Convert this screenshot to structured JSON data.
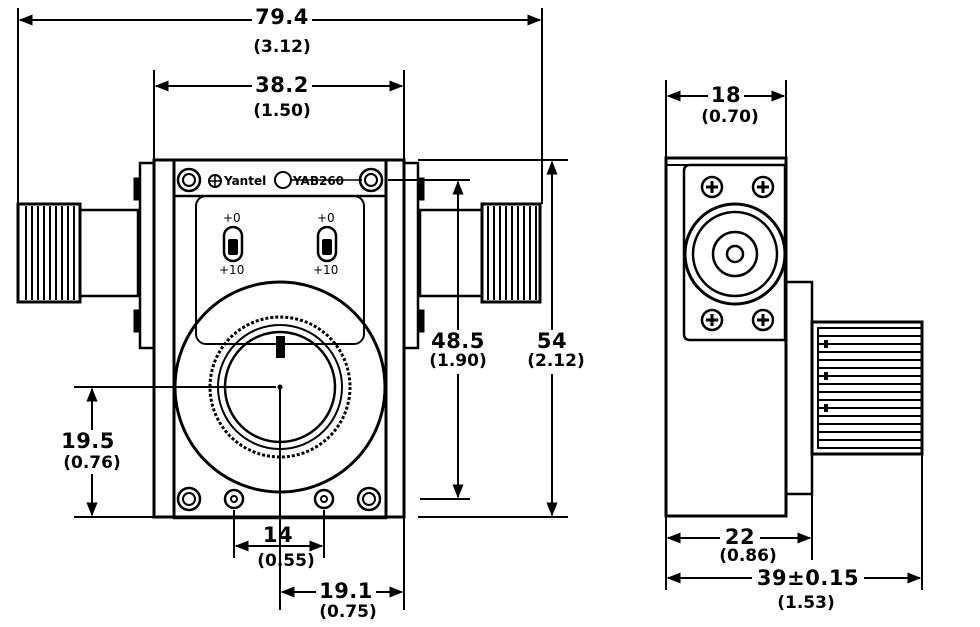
{
  "brand": {
    "name": "Yantel",
    "model": "YAB260"
  },
  "switch_labels": {
    "left_top": "+0",
    "left_bottom": "+10",
    "right_top": "+0",
    "right_bottom": "+10"
  },
  "dimensions": {
    "overall_width": {
      "mm": "79.4",
      "in": "(3.12)"
    },
    "body_width": {
      "mm": "38.2",
      "in": "(1.50)"
    },
    "inner_height": {
      "mm": "48.5",
      "in": "(1.90)"
    },
    "overall_height": {
      "mm": "54",
      "in": "(2.12)"
    },
    "knob_center_height": {
      "mm": "19.5",
      "in": "(0.76)"
    },
    "hole_spacing": {
      "mm": "14",
      "in": "(0.55)"
    },
    "knob_to_edge": {
      "mm": "19.1",
      "in": "(0.75)"
    },
    "side_width": {
      "mm": "18",
      "in": "(0.70)"
    },
    "side_body_depth": {
      "mm": "22",
      "in": "(0.86)"
    },
    "side_overall_depth": {
      "mm": "39±0.15",
      "in": "(1.53)"
    }
  }
}
